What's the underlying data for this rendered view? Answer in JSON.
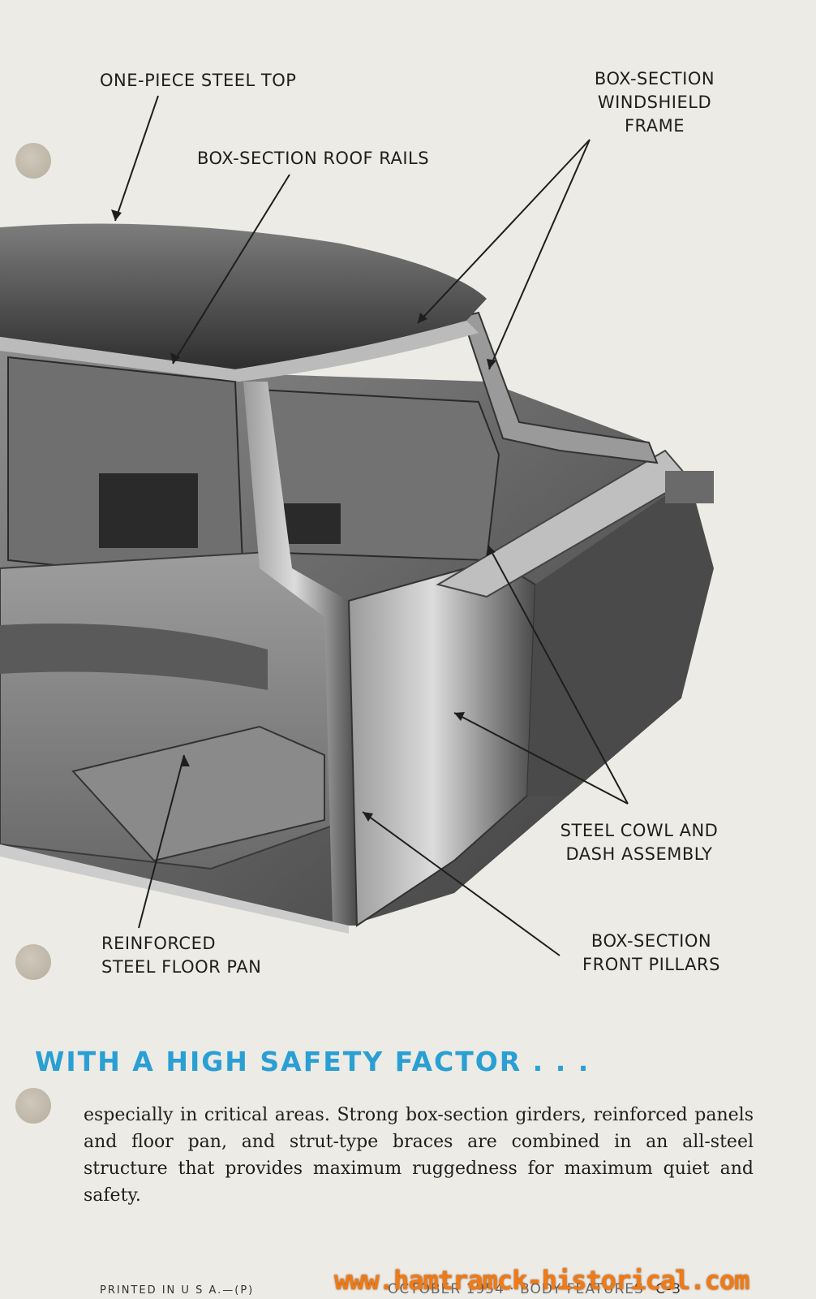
{
  "labels": {
    "steel_top": "ONE-PIECE STEEL TOP",
    "roof_rails": "BOX-SECTION ROOF RAILS",
    "windshield_frame": "BOX-SECTION\nWINDSHIELD\nFRAME",
    "cowl_dash": "STEEL COWL AND\nDASH ASSEMBLY",
    "floor_pan": "REINFORCED\nSTEEL FLOOR PAN",
    "front_pillars": "BOX-SECTION\nFRONT PILLARS"
  },
  "headline": "WITH A HIGH SAFETY FACTOR . . .",
  "body": "especially in critical areas. Strong box-section girders, reinforced panels and floor pan, and strut-type braces are combined in an all-steel structure that provides maximum ruggedness for maximum quiet and safety.",
  "footer": {
    "printed": "PRINTED IN U S A.—(P)",
    "edition": "OCTOBER 1954 · BODY FEATURES",
    "page_no": "C-3",
    "watermark": "www.hamtramck-historical.com"
  },
  "colors": {
    "headline": "#2a9fd4",
    "watermark": "#f07a14",
    "paper": "#ecebe6"
  }
}
